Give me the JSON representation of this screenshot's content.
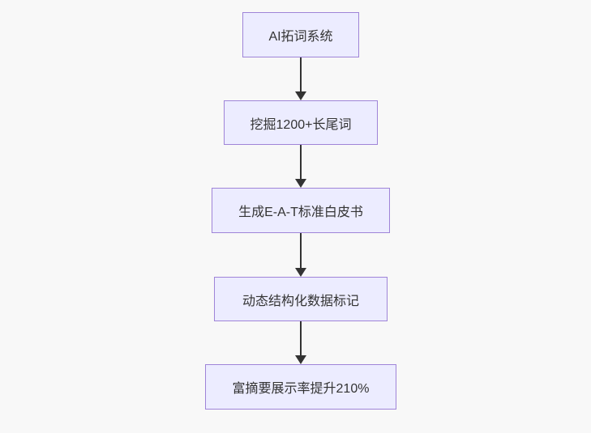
{
  "diagram": {
    "type": "flowchart",
    "direction": "top-down",
    "nodes": [
      {
        "id": "step-1",
        "label": "AI拓词系统"
      },
      {
        "id": "step-2",
        "label": "挖掘1200+长尾词"
      },
      {
        "id": "step-3",
        "label": "生成E-A-T标准白皮书"
      },
      {
        "id": "step-4",
        "label": "动态结构化数据标记"
      },
      {
        "id": "step-5",
        "label": "富摘要展示率提升210%"
      }
    ],
    "edges": [
      {
        "from": "step-1",
        "to": "step-2"
      },
      {
        "from": "step-2",
        "to": "step-3"
      },
      {
        "from": "step-3",
        "to": "step-4"
      },
      {
        "from": "step-4",
        "to": "step-5"
      }
    ],
    "colors": {
      "background": "#f8f8f8",
      "node_fill": "#ececff",
      "node_border": "#9f84d8",
      "arrow": "#333333",
      "text": "#333333"
    }
  }
}
